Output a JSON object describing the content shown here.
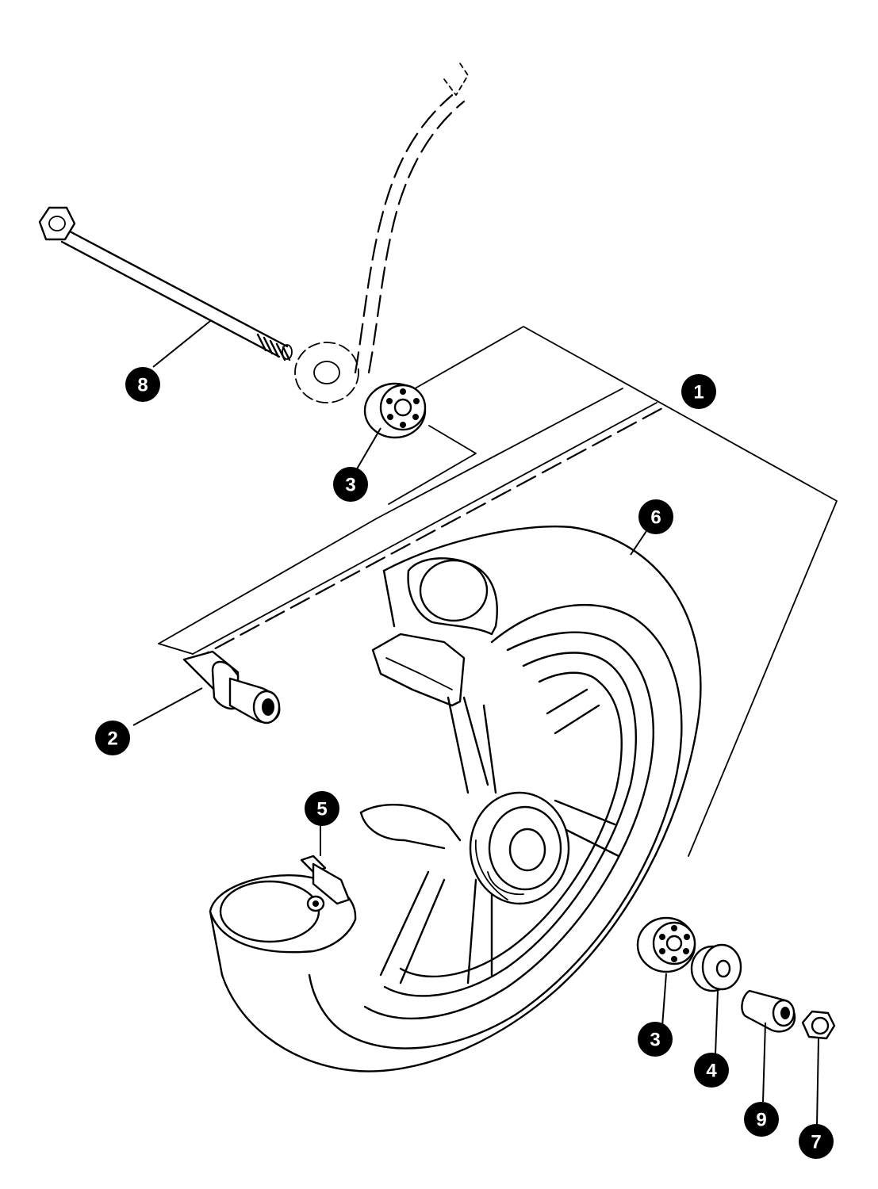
{
  "callouts": [
    {
      "id": "1",
      "label": "1"
    },
    {
      "id": "2",
      "label": "2"
    },
    {
      "id": "3a",
      "label": "3"
    },
    {
      "id": "3b",
      "label": "3"
    },
    {
      "id": "4",
      "label": "4"
    },
    {
      "id": "5",
      "label": "5"
    },
    {
      "id": "6",
      "label": "6"
    },
    {
      "id": "7",
      "label": "7"
    },
    {
      "id": "8",
      "label": "8"
    },
    {
      "id": "9",
      "label": "9"
    }
  ]
}
